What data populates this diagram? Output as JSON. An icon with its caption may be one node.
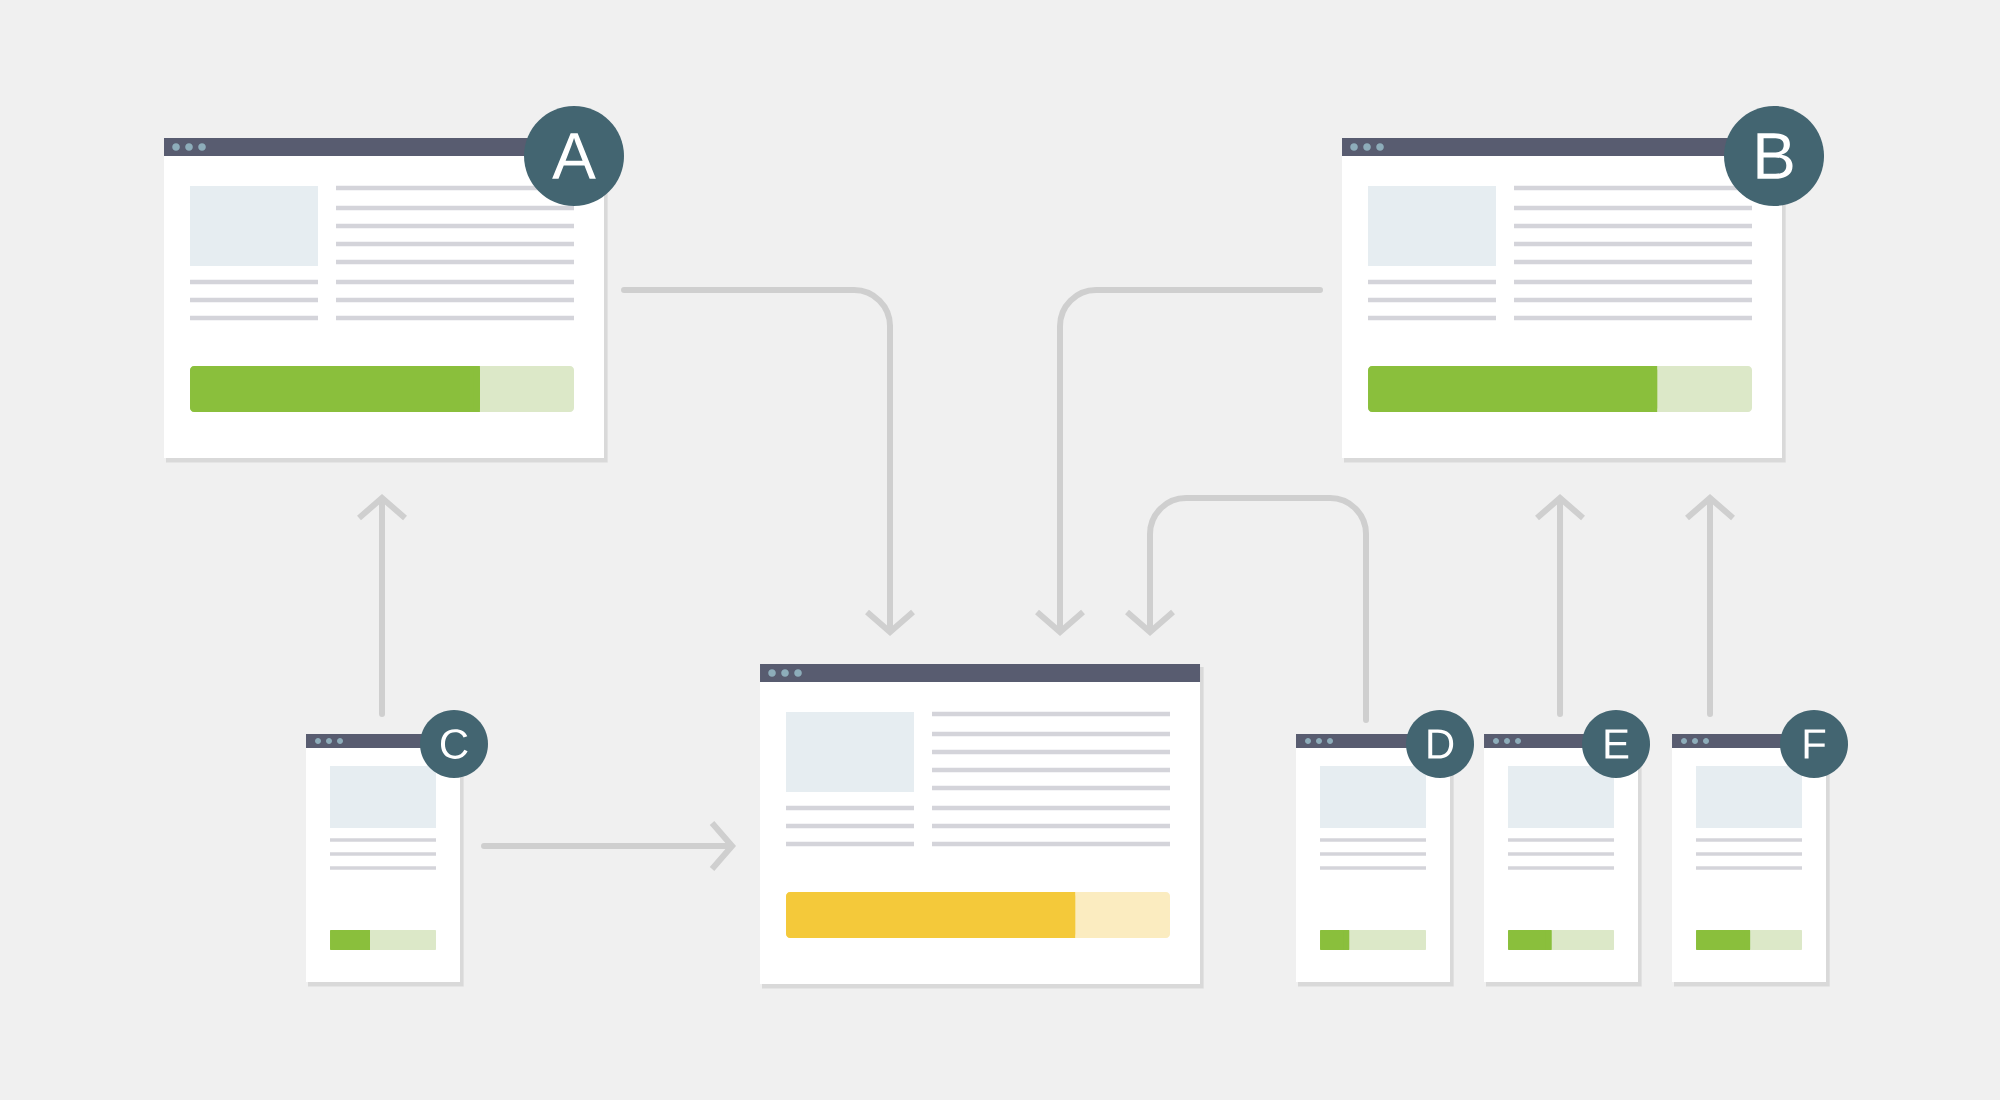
{
  "diagram": {
    "nodes": [
      {
        "text": [
          "A"
        ]
      },
      {
        "text": [
          "B"
        ]
      },
      {
        "text": [
          "C"
        ]
      },
      {
        "text": [],
        "shape": "window"
      },
      {
        "text": [
          "D"
        ]
      },
      {
        "text": [
          "E"
        ]
      },
      {
        "text": [
          "F"
        ]
      }
    ],
    "edges": [
      {
        "from": 2,
        "to": 0,
        "arrow": "to"
      },
      {
        "from": 2,
        "to": 3,
        "arrow": "to"
      },
      {
        "from": 0,
        "to": 3,
        "arrow": "to"
      },
      {
        "from": 1,
        "to": 3,
        "arrow": "to"
      },
      {
        "from": 4,
        "to": 3,
        "arrow": "to"
      },
      {
        "from": 5,
        "to": 1,
        "arrow": "to"
      },
      {
        "from": 6,
        "to": 1,
        "arrow": "to"
      }
    ]
  }
}
